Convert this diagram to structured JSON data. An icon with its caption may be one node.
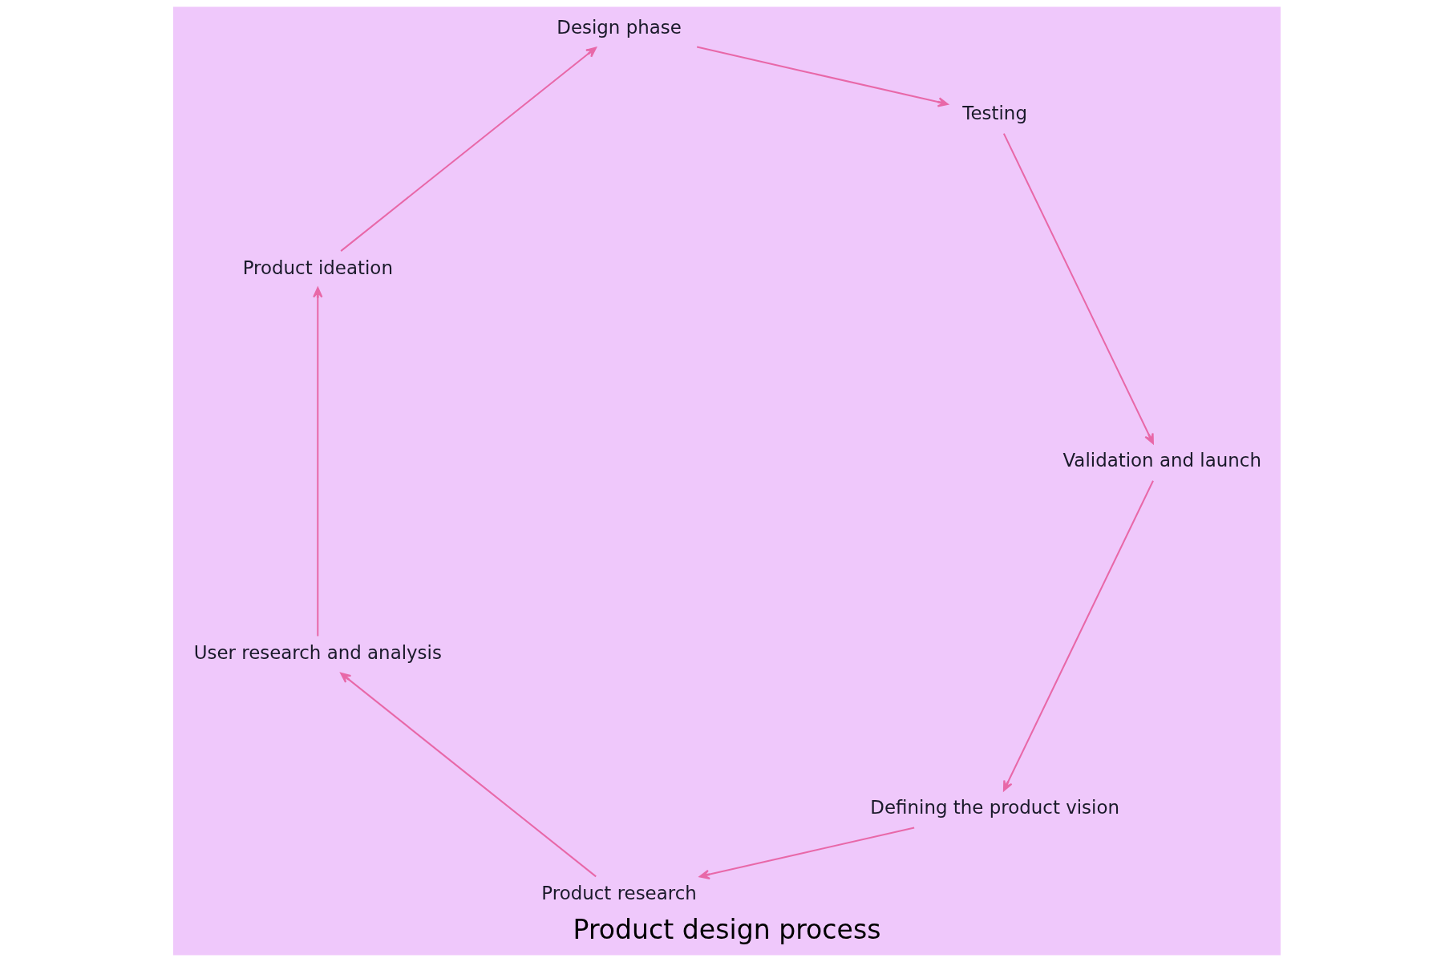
{
  "diagram": {
    "title": "Product design process",
    "nodes": [
      {
        "text": [
          "Defining the product vision"
        ]
      },
      {
        "text": [
          "Product research"
        ]
      },
      {
        "text": [
          "User research and analysis"
        ]
      },
      {
        "text": [
          "Product ideation"
        ]
      },
      {
        "text": [
          "Design phase"
        ]
      },
      {
        "text": [
          "Testing"
        ]
      },
      {
        "text": [
          "Validation and launch"
        ]
      }
    ],
    "edges": [
      {
        "from": 0,
        "to": 1,
        "arrow": "to"
      },
      {
        "from": 1,
        "to": 2,
        "arrow": "to"
      },
      {
        "from": 2,
        "to": 3,
        "arrow": "to"
      },
      {
        "from": 3,
        "to": 4,
        "arrow": "to"
      },
      {
        "from": 4,
        "to": 5,
        "arrow": "to"
      },
      {
        "from": 5,
        "to": 6,
        "arrow": "to"
      },
      {
        "from": 6,
        "to": 0,
        "arrow": "to"
      }
    ]
  }
}
